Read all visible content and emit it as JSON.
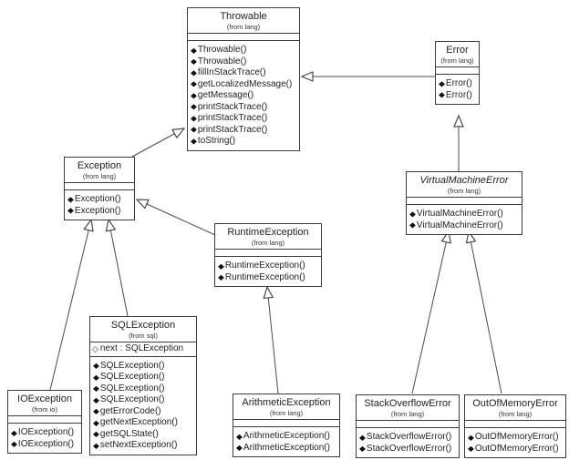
{
  "diagram": {
    "kind": "uml-class-diagram",
    "colors": {
      "background": "#ffffff",
      "box_fill": "#ffffff",
      "border": "#3c3c3c",
      "line": "#4a4a4a",
      "text": "#222222"
    },
    "icons": {
      "method": "filled-diamond",
      "attribute": "open-diamond"
    }
  },
  "classes": [
    {
      "name": "Throwable",
      "package": "(from lang)",
      "abstract": false,
      "attributes": [],
      "methods": [
        "Throwable()",
        "Throwable()",
        "fillInStackTrace()",
        "getLocalizedMessage()",
        "getMessage()",
        "printStackTrace()",
        "printStackTrace()",
        "printStackTrace()",
        "toString()"
      ]
    },
    {
      "name": "Error",
      "package": "(from lang)",
      "abstract": false,
      "attributes": [],
      "methods": [
        "Error()",
        "Error()"
      ]
    },
    {
      "name": "Exception",
      "package": "(from lang)",
      "abstract": false,
      "attributes": [],
      "methods": [
        "Exception()",
        "Exception()"
      ]
    },
    {
      "name": "VirtualMachineError",
      "package": "(from lang)",
      "abstract": true,
      "attributes": [],
      "methods": [
        "VirtualMachineError()",
        "VirtualMachineError()"
      ]
    },
    {
      "name": "RuntimeException",
      "package": "(from lang)",
      "abstract": false,
      "attributes": [],
      "methods": [
        "RuntimeException()",
        "RuntimeException()"
      ]
    },
    {
      "name": "SQLException",
      "package": "(from sql)",
      "abstract": false,
      "attributes": [
        "next : SQLException"
      ],
      "methods": [
        "SQLException()",
        "SQLException()",
        "SQLException()",
        "SQLException()",
        "getErrorCode()",
        "getNextException()",
        "getSQLState()",
        "setNextException()"
      ]
    },
    {
      "name": "IOException",
      "package": "(from io)",
      "abstract": false,
      "attributes": [],
      "methods": [
        "IOException()",
        "IOException()"
      ]
    },
    {
      "name": "ArithmeticException",
      "package": "(from lang)",
      "abstract": false,
      "attributes": [],
      "methods": [
        "ArithmeticException()",
        "ArithmeticException()"
      ]
    },
    {
      "name": "StackOverflowError",
      "package": "(from lang)",
      "abstract": false,
      "attributes": [],
      "methods": [
        "StackOverflowError()",
        "StackOverflowError()"
      ]
    },
    {
      "name": "OutOfMemoryError",
      "package": "(from lang)",
      "abstract": false,
      "attributes": [],
      "methods": [
        "OutOfMemoryError()",
        "OutOfMemoryError()"
      ]
    }
  ],
  "relationships": [
    {
      "from": "Exception",
      "to": "Throwable",
      "type": "generalization"
    },
    {
      "from": "Error",
      "to": "Throwable",
      "type": "generalization"
    },
    {
      "from": "VirtualMachineError",
      "to": "Error",
      "type": "generalization"
    },
    {
      "from": "RuntimeException",
      "to": "Exception",
      "type": "generalization"
    },
    {
      "from": "IOException",
      "to": "Exception",
      "type": "generalization"
    },
    {
      "from": "SQLException",
      "to": "Exception",
      "type": "generalization"
    },
    {
      "from": "ArithmeticException",
      "to": "RuntimeException",
      "type": "generalization"
    },
    {
      "from": "StackOverflowError",
      "to": "VirtualMachineError",
      "type": "generalization"
    },
    {
      "from": "OutOfMemoryError",
      "to": "VirtualMachineError",
      "type": "generalization"
    }
  ]
}
